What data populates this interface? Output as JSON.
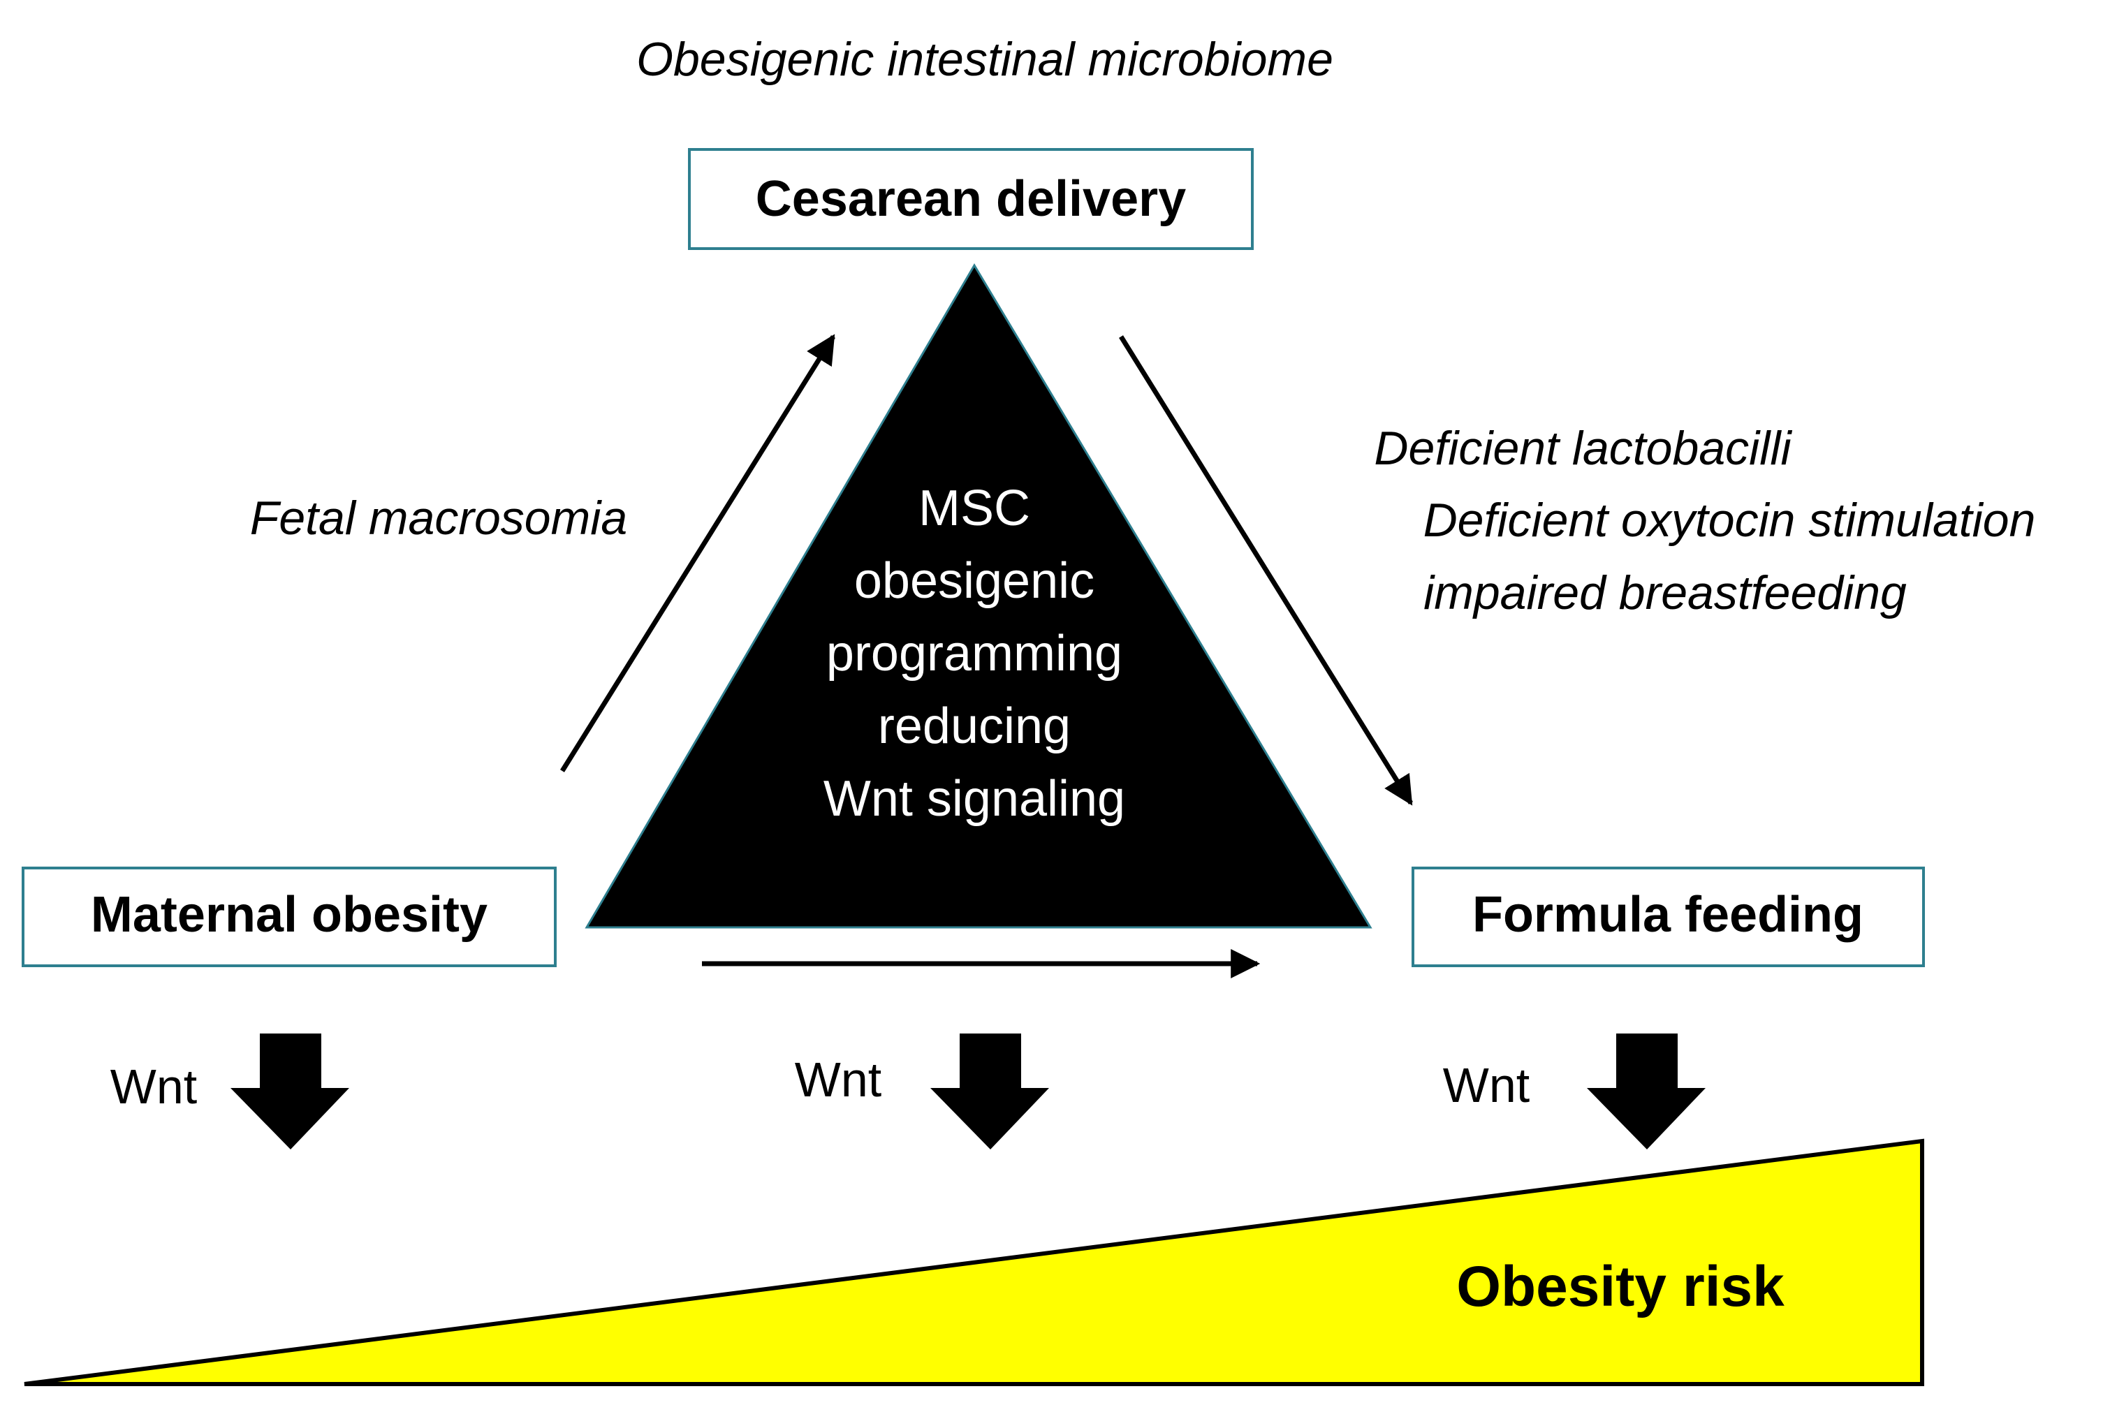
{
  "diagram": {
    "top_caption": "Obesigenic intestinal microbiome",
    "nodes": {
      "cesarean": "Cesarean delivery",
      "maternal": "Maternal obesity",
      "formula": "Formula feeding"
    },
    "edge_labels": {
      "left": "Fetal macrosomia",
      "right": [
        "Deficient lactobacilli",
        "Deficient oxytocin stimulation",
        "impaired breastfeeding"
      ]
    },
    "center_lines": [
      "MSC",
      "obesigenic",
      "programming",
      "reducing",
      "Wnt signaling"
    ],
    "wnt_labels": [
      "Wnt",
      "Wnt",
      "Wnt"
    ],
    "risk_label": "Obesity risk",
    "colors": {
      "triangle": "#000000",
      "risk_wedge": "#ffff00",
      "box_border": "#2e7f8f",
      "arrows": "#000000"
    }
  }
}
